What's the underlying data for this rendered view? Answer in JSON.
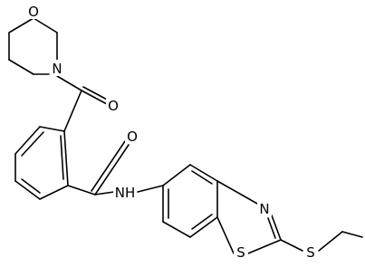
{
  "molecule": {
    "atoms": {
      "morpholine_oxygen": "O",
      "morpholine_nitrogen": "N",
      "ketone_oxygen": "O",
      "amide_oxygen": "O",
      "amide_nh": "NH",
      "thiazole_nitrogen": "N",
      "thiazole_sulfur": "S",
      "thioether_sulfur": "S"
    }
  },
  "colors": {
    "background": "#ffffff",
    "bond": "#000000",
    "label": "#000000"
  }
}
